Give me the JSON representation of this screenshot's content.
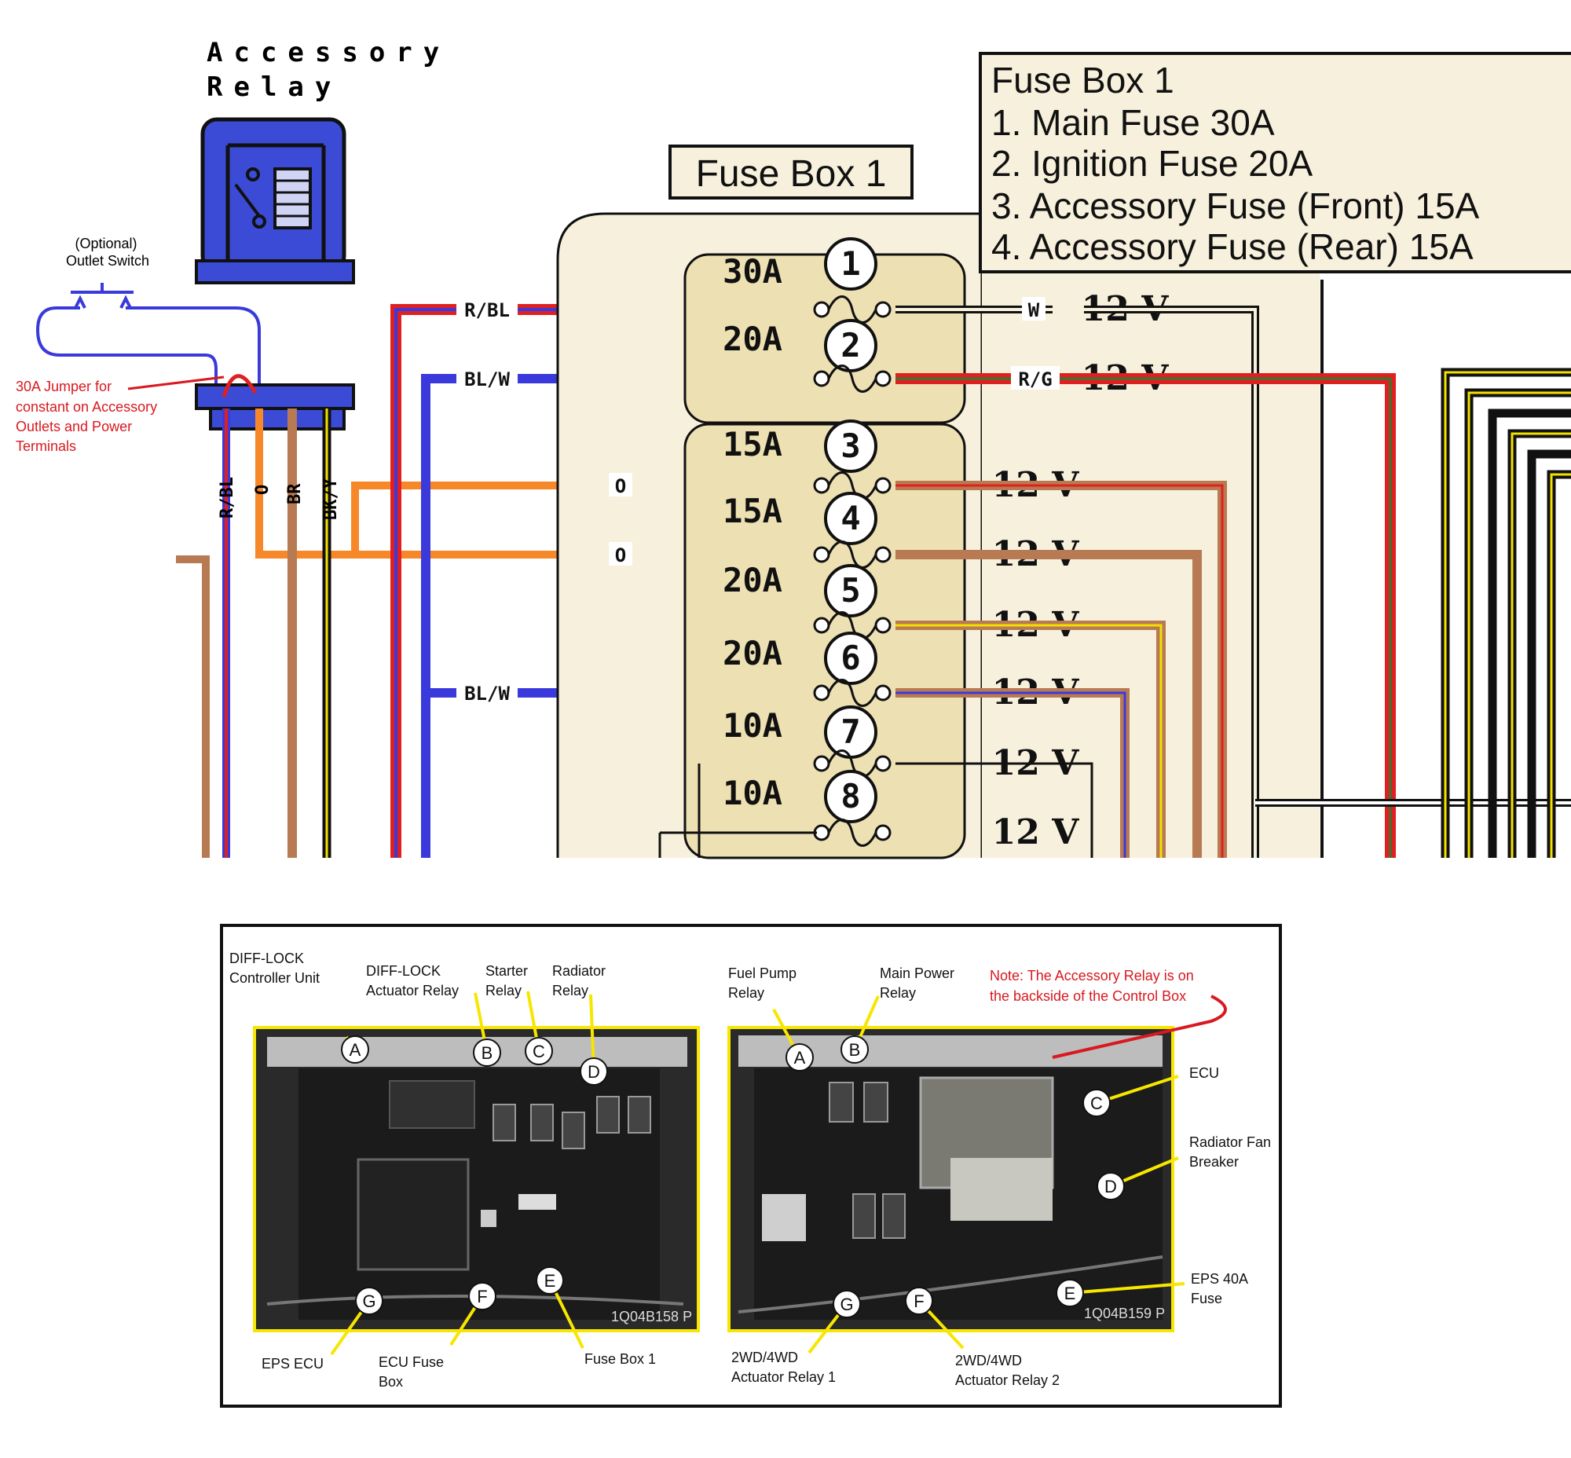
{
  "relay": {
    "title_line1": "Accessory",
    "title_line2": "Relay",
    "switch_label_line1": "(Optional)",
    "switch_label_line2": "Outlet Switch",
    "jumper_note": [
      "30A Jumper for",
      "constant on Accessory",
      "Outlets and Power",
      "Terminals"
    ],
    "terminal_labels": [
      "R/BL",
      "O",
      "BR",
      "BK/Y"
    ]
  },
  "fusebox": {
    "title": "Fuse Box 1",
    "legend_title": "Fuse Box 1",
    "legend_items": [
      "1. Main Fuse 30A",
      "2. Ignition Fuse 20A",
      "3. Accessory Fuse (Front) 15A",
      "4. Accessory Fuse (Rear) 15A"
    ],
    "fuses": [
      {
        "num": "1",
        "rating": "30A",
        "out_label": "12 V"
      },
      {
        "num": "2",
        "rating": "20A",
        "out_label": "12 V"
      },
      {
        "num": "3",
        "rating": "15A",
        "out_label": "12 V"
      },
      {
        "num": "4",
        "rating": "15A",
        "out_label": "12 V"
      },
      {
        "num": "5",
        "rating": "20A",
        "out_label": "12 V"
      },
      {
        "num": "6",
        "rating": "20A",
        "out_label": "12 V"
      },
      {
        "num": "7",
        "rating": "10A",
        "out_label": "12 V"
      },
      {
        "num": "8",
        "rating": "10A",
        "out_label": "12 V"
      }
    ],
    "wire_labels": {
      "in_1": "R/BL",
      "in_2": "BL/W",
      "in_3": "O",
      "in_4": "O",
      "in_6": "BL/W",
      "out_1": "W",
      "out_2": "R/G"
    }
  },
  "photos": {
    "left": {
      "code": "1Q04B158  P",
      "callouts": [
        {
          "letter": "A",
          "label": "DIFF-LOCK\nController Unit"
        },
        {
          "letter": "B",
          "label": "DIFF-LOCK\nActuator Relay"
        },
        {
          "letter": "C",
          "label": "Starter\nRelay"
        },
        {
          "letter": "D",
          "label": "Radiator\nRelay"
        },
        {
          "letter": "E",
          "label": "Fuse Box 1"
        },
        {
          "letter": "F",
          "label": "ECU Fuse\nBox"
        },
        {
          "letter": "G",
          "label": "EPS ECU"
        }
      ]
    },
    "right": {
      "code": "1Q04B159  P",
      "note": "Note: The Accessory Relay is on\nthe backside of the Control Box",
      "callouts": [
        {
          "letter": "A",
          "label": "Fuel Pump\nRelay"
        },
        {
          "letter": "B",
          "label": "Main Power\nRelay"
        },
        {
          "letter": "C",
          "label": "ECU"
        },
        {
          "letter": "D",
          "label": "Radiator Fan\nBreaker"
        },
        {
          "letter": "E",
          "label": "EPS 40A\nFuse"
        },
        {
          "letter": "F",
          "label": "2WD/4WD\nActuator Relay 2"
        },
        {
          "letter": "G",
          "label": "2WD/4WD\nActuator Relay 1"
        }
      ]
    }
  },
  "colors": {
    "red": "#e02020",
    "blue": "#3a3adc",
    "orange": "#f7882a",
    "brown": "#b87a52",
    "yellow": "#f2e000",
    "black": "#000000",
    "fusebox_bg": "#f6f0dc",
    "fuse_bg": "#ede0b2",
    "callout_yellow": "#f7e600",
    "note_red": "#d8191f",
    "relay_blue": "#3b4bd6"
  }
}
